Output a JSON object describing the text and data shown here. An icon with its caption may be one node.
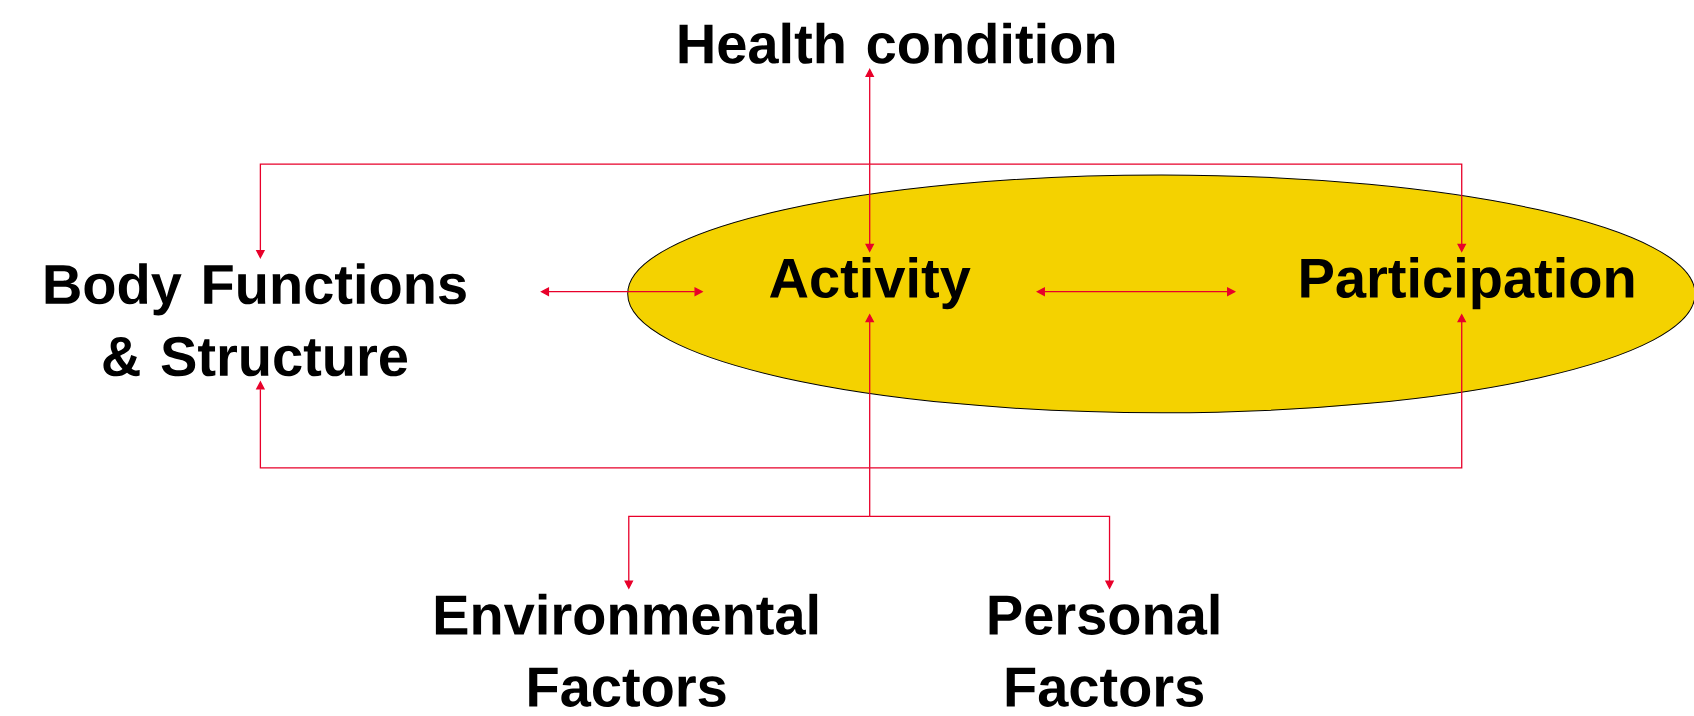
{
  "diagram": {
    "nodes": [
      {
        "text": [
          "Health condition"
        ]
      },
      {
        "text": [
          "Body Functions & Structure"
        ]
      },
      {
        "text": [],
        "shape": "ellipse"
      },
      {
        "text": [
          "Activity"
        ],
        "in": 2
      },
      {
        "text": [
          "Participation"
        ],
        "in": 2
      },
      {
        "text": [
          "Environmental Factors"
        ]
      },
      {
        "text": [
          "Personal Factors"
        ]
      }
    ],
    "edges": [
      {
        "from": 0,
        "to": 3,
        "arrow": "both"
      },
      {
        "from": 0,
        "to": 1,
        "arrow": "both"
      },
      {
        "from": 0,
        "to": 4,
        "arrow": "both"
      },
      {
        "from": 1,
        "to": 3,
        "arrow": "both"
      },
      {
        "from": 3,
        "to": 4,
        "arrow": "both"
      },
      {
        "from": 5,
        "to": 1,
        "arrow": "both"
      },
      {
        "from": 5,
        "to": 3,
        "arrow": "both"
      },
      {
        "from": 5,
        "to": 4,
        "arrow": "both"
      },
      {
        "from": 6,
        "to": 1,
        "arrow": "both"
      },
      {
        "from": 6,
        "to": 3,
        "arrow": "both"
      },
      {
        "from": 6,
        "to": 4,
        "arrow": "both"
      }
    ]
  }
}
